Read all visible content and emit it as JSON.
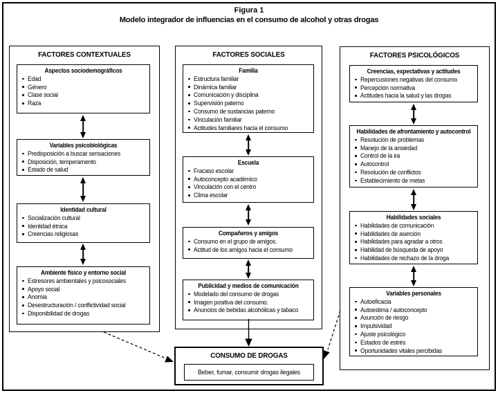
{
  "figure": {
    "label": "Figura 1",
    "title": "Modelo integrador de influencias en el consumo de alcohol y otras drogas"
  },
  "columns": [
    {
      "header": "FACTORES CONTEXTUALES",
      "boxes": [
        {
          "title": "Aspectos sociodemográficos",
          "items": [
            "Edad",
            "Género",
            "Clase social",
            "Raza"
          ]
        },
        {
          "title": "Variables psicobiológicas",
          "items": [
            "Predisposición a buscar sensaciones",
            "Disposición, temperamento",
            "Estado de salud"
          ]
        },
        {
          "title": "Identidad cultural",
          "items": [
            "Socialización cultural",
            "Identidad étnica",
            "Creencias religiosas"
          ]
        },
        {
          "title": "Ambiente físico y entorno social",
          "items": [
            "Estresores ambientales y psicosociales",
            "Apoyo social",
            "Anomia",
            "Desestructuración / conflictividad social",
            "Disponibilidad de drogas"
          ]
        }
      ]
    },
    {
      "header": "FACTORES SOCIALES",
      "boxes": [
        {
          "title": "Familia",
          "items": [
            "Estructura familiar",
            "Dinámica familiar",
            "Comunicación y disciplina",
            "Supervisión paterno",
            "Consumo de sustancias paterno",
            "Vinculación familiar",
            "Actitudes familiares hacia el consumo"
          ]
        },
        {
          "title": "Escuela",
          "items": [
            "Fracaso escolar",
            "Autoconcepto académico",
            "Vinculación con el centro",
            "Clima escolar"
          ]
        },
        {
          "title": "Compañeros y amigos",
          "items": [
            "Consumo en el grupo de amigos.",
            "Actitud de los amigos hacia el consumo"
          ]
        },
        {
          "title": "Publicidad y medios de comunicación",
          "items": [
            "Modelado del consumo de drogas",
            "Imagen positiva del consumo.",
            "Anuncios de bebidas alcohólicas y tabaco"
          ]
        }
      ]
    },
    {
      "header": "FACTORES PSICOLÓGICOS",
      "boxes": [
        {
          "title": "Creencias, expectativas y actitudes",
          "items": [
            "Repercusiones negativas del consumo",
            "Percepción normativa",
            "Actitudes hacia la salud y las drogas"
          ]
        },
        {
          "title": "Habilidades de afrontamiento y autocontrol",
          "items": [
            "Resolución de problemas",
            "Manejo de la ansiedad",
            "Control de la ira",
            "Autocontrol",
            "Resolución de conflictos",
            "Establecimiento de metas"
          ]
        },
        {
          "title": "Habilidades sociales",
          "items": [
            "Habilidades de comunicación",
            "Habilidades de aserción",
            "Habilidades para agradar a otros",
            "Habilidad de búsqueda de apoyo",
            "Habilidades de rechazo de la droga"
          ]
        },
        {
          "title": "Variables personales",
          "items": [
            "Autoeficacia",
            "Autoestima / autoconcepto",
            "Asunción de riesgo",
            "Impulsividad",
            "Ajuste psicológico",
            "Estados de estrés",
            "Oportunidades vitales percibidas"
          ]
        }
      ]
    }
  ],
  "outcome": {
    "title": "CONSUMO DE DROGAS",
    "subtitle": "Beber, fumar, consumir drogas ilegales"
  },
  "colors": {
    "line": "#000000",
    "background": "#ffffff",
    "text": "#000000"
  }
}
